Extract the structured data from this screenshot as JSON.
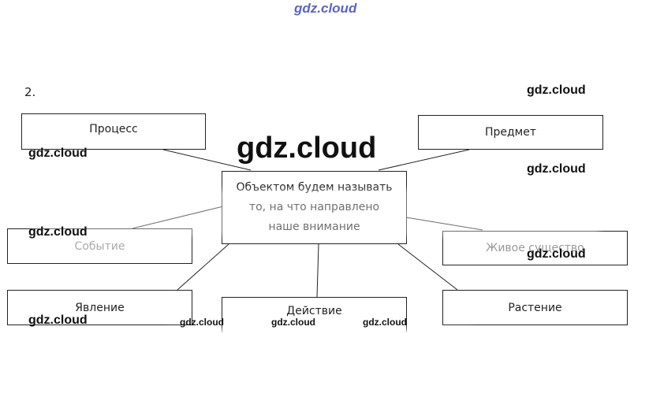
{
  "header": {
    "site_link": "gdz.cloud"
  },
  "task_number": "2.",
  "diagram": {
    "center_lines": [
      "Объектом будем называть",
      "то, на что направлено",
      "наше внимание"
    ],
    "nodes": {
      "process": "Процесс",
      "subject": "Предмет",
      "event": "Событие",
      "living": "Живое существо",
      "phenomenon": "Явление",
      "action": "Действие",
      "plant": "Растение"
    }
  },
  "watermarks": {
    "big": "gdz.cloud",
    "label": "gdz.cloud"
  }
}
